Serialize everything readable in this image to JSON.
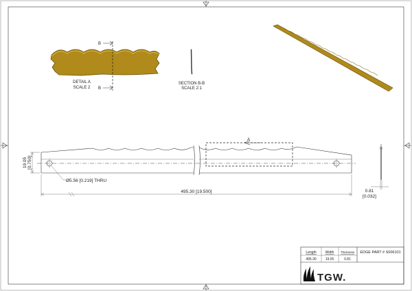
{
  "detail": {
    "label": "DETAIL A",
    "scale": "SCALE 2",
    "cut_letter": "B"
  },
  "section": {
    "label": "SECTION B-B",
    "scale": "SCALE 2:1"
  },
  "dims": {
    "height_mm": "19.05",
    "height_in": "[0.750]",
    "hole": "Ø5.56 [0.219] THRU",
    "length": "495.30 [19.500]",
    "thickness_mm": "0.81",
    "thickness_in": "[0.032]"
  },
  "view_label": "A",
  "title_block": {
    "headers": [
      "Length",
      "Width",
      "Thickness"
    ],
    "values": [
      "495.30",
      "19.05",
      "0.81"
    ],
    "part": "EDGE PART # S006101",
    "logo": "TGW."
  },
  "colors": {
    "blade_fill": "#b08a1a",
    "blade_edge": "#6b5410"
  }
}
